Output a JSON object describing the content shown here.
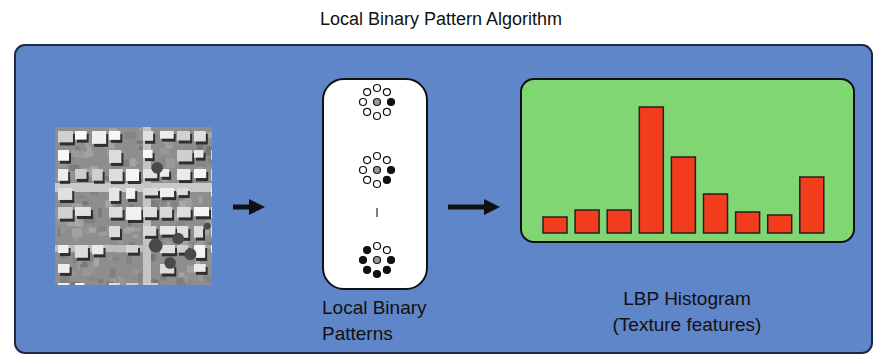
{
  "diagram": {
    "title": "Local Binary Pattern Algorithm",
    "nodes": [
      {
        "text": [
          "Local Binary Patterns"
        ]
      },
      {
        "text": [
          "LBP Histogram (Texture features)"
        ]
      }
    ],
    "edges": [
      {
        "from": 0,
        "to": 1,
        "arrow": "to"
      }
    ]
  }
}
